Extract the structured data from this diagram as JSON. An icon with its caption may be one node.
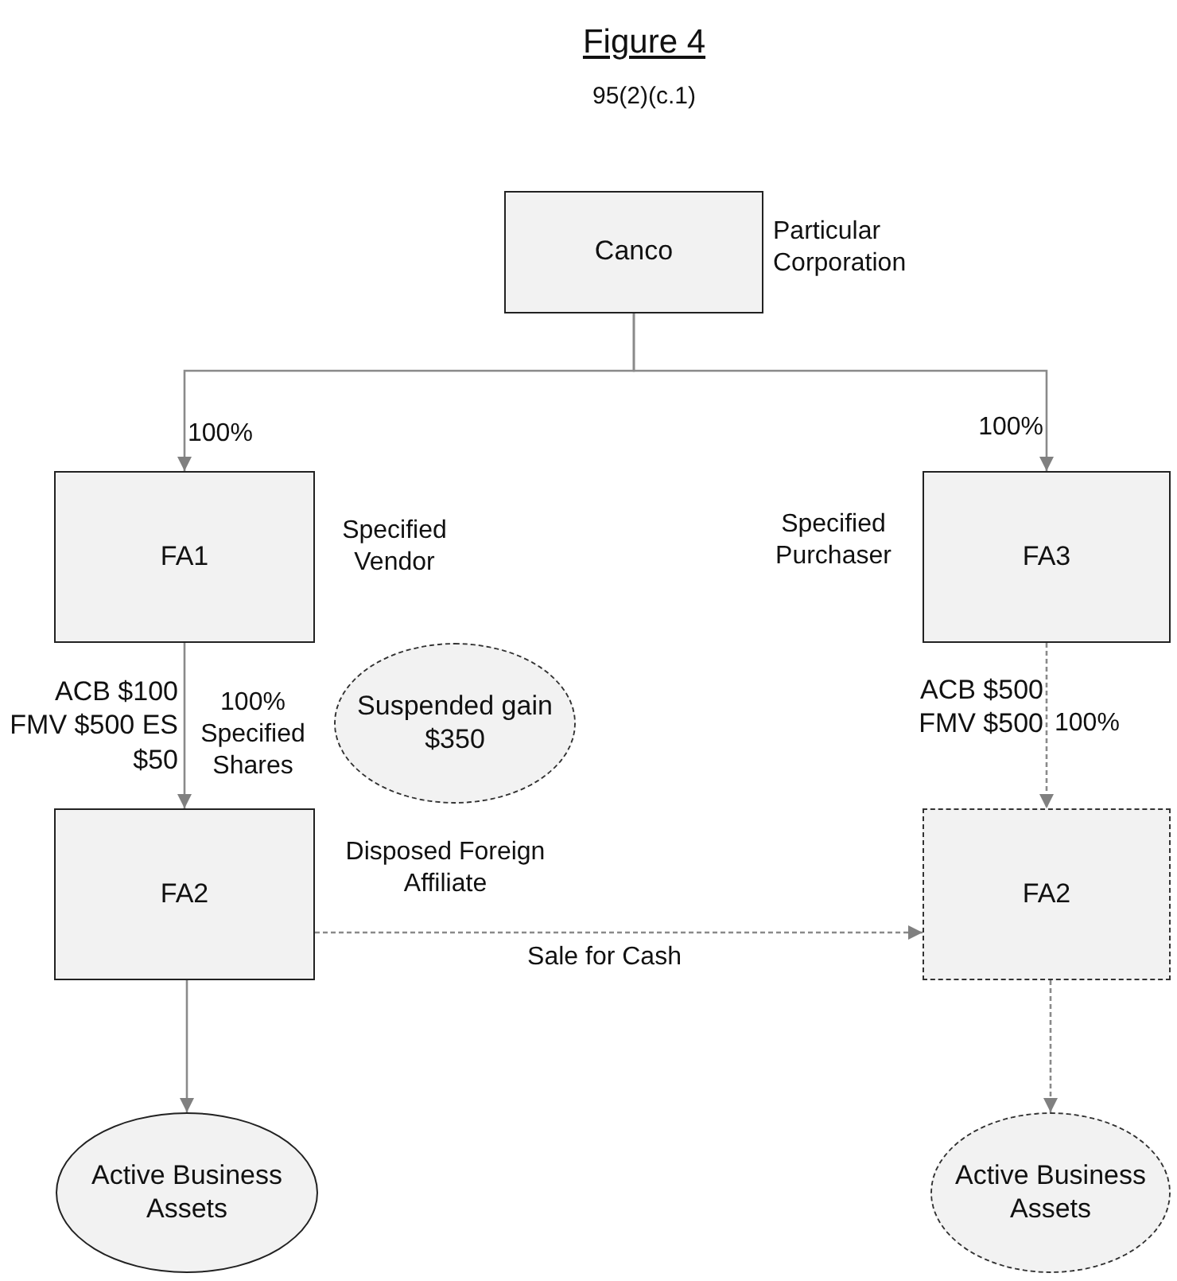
{
  "diagram": {
    "title": "Figure 4",
    "nodes": [
      {
        "text": [
          "Canco"
        ],
        "beside": [
          "Particular Corporation"
        ]
      },
      {
        "text": [
          "FA1"
        ],
        "beside": [
          "Specified Vendor"
        ]
      },
      {
        "text": [
          "FA3"
        ],
        "beside": [
          "Specified Purchaser"
        ]
      },
      {
        "text": [
          "Suspended gain $350"
        ]
      },
      {
        "text": [
          "FA2"
        ],
        "beside": [
          "Disposed Foreign Affiliate"
        ]
      },
      {
        "text": [
          "FA2"
        ]
      },
      {
        "text": [
          "Active Business Assets"
        ]
      },
      {
        "text": [
          "Active Business Assets"
        ]
      }
    ],
    "edges": [
      {
        "from": 0,
        "to": 1,
        "arrow": "to",
        "label": "100%"
      },
      {
        "from": 0,
        "to": 2,
        "arrow": "to",
        "label": "100%"
      },
      {
        "from": 1,
        "to": 4,
        "arrow": "to",
        "label": "100% Specified Shares"
      },
      {
        "from": 2,
        "to": 5,
        "arrow": "to",
        "label": "100%",
        "style": "dashed"
      },
      {
        "from": 4,
        "to": 5,
        "arrow": "to",
        "label": "Sale for Cash",
        "style": "dashed"
      },
      {
        "from": 4,
        "to": 6,
        "arrow": "to"
      },
      {
        "from": 5,
        "to": 7,
        "arrow": "to",
        "style": "dashed"
      }
    ],
    "labels": [
      "95(2)(c.1)",
      "ACB $100 FMV $500 ES $50",
      "ACB $500 FMV $500"
    ]
  }
}
